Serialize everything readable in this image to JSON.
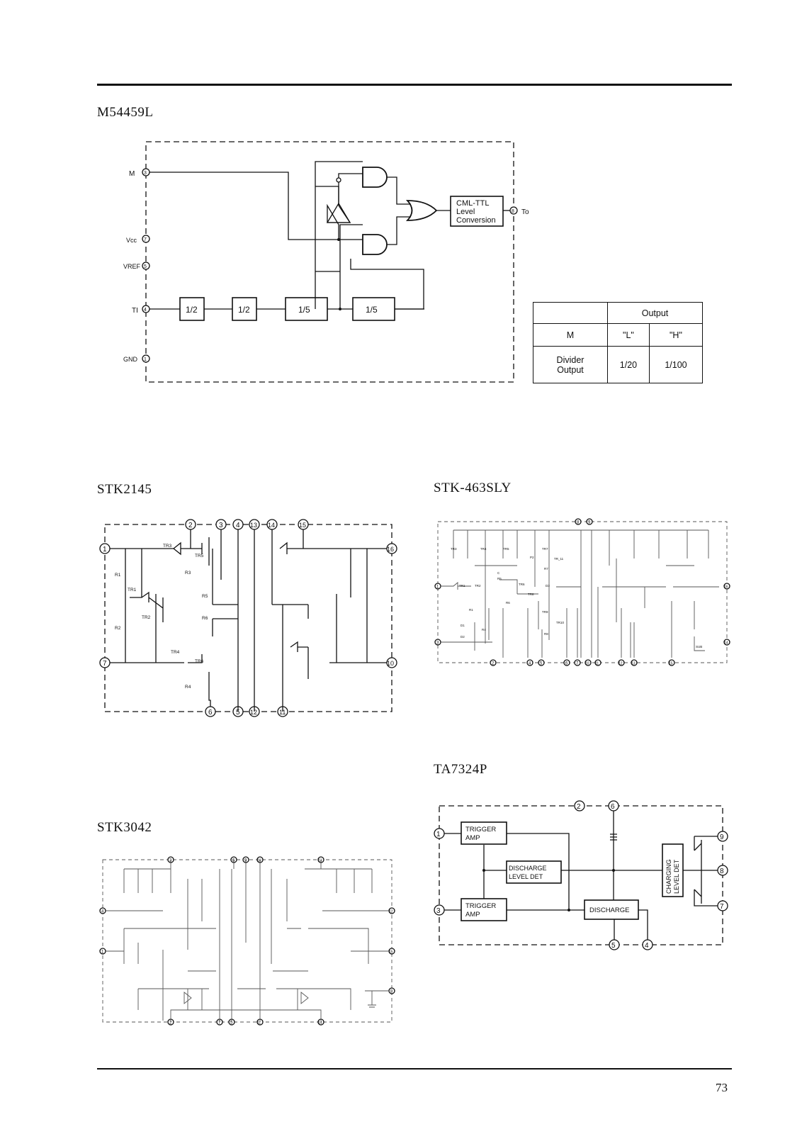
{
  "page": {
    "number": "73"
  },
  "sections": {
    "m54459l": {
      "title": "M54459L",
      "pins": {
        "m": "M",
        "m_num": "3",
        "vcc": "Vcc",
        "vcc_num": "7",
        "vref": "VREF",
        "vref_num": "5",
        "ti": "TI",
        "ti_num": "4",
        "gnd": "GND",
        "gnd_num": "1",
        "to": "To",
        "to_num": "8"
      },
      "dividers": [
        "1/2",
        "1/2",
        "1/5",
        "1/5"
      ],
      "conversion": [
        "CML-TTL",
        "Level",
        "Conversion"
      ],
      "output_table": {
        "header": "Output",
        "row1": {
          "label": "M",
          "l": "\"L\"",
          "h": "\"H\""
        },
        "row2": {
          "label_line1": "Divider",
          "label_line2": "Output",
          "l": "1/20",
          "h": "1/100"
        }
      }
    },
    "stk2145": {
      "title": "STK2145",
      "top_pins": [
        "2",
        "3",
        "4",
        "13",
        "14",
        "15"
      ],
      "bottom_pins": [
        "6",
        "5",
        "12",
        "11"
      ],
      "side_pins": {
        "left_top": "1",
        "left_bottom": "7",
        "right_top": "16",
        "right_bottom": "10"
      },
      "labels": {
        "tr3": "TR3",
        "tr5": "TR5",
        "r1": "R1",
        "r3": "R3",
        "r5": "R5",
        "tr1": "TR1",
        "tr2": "TR2",
        "r2": "R2",
        "r6": "R6",
        "tr4": "TR4",
        "tr6": "TR6",
        "r4": "R4"
      }
    },
    "stk463sly": {
      "title": "STK-463SLY",
      "top_pins": [
        "8",
        "9"
      ],
      "bottom_pins": [
        "2",
        "4",
        "5",
        "6",
        "7",
        "10",
        "11",
        "12",
        "13",
        "15"
      ],
      "side_pins": {
        "left_top": "1",
        "left_bottom": "3",
        "right_top": "16",
        "right_bottom": "14"
      },
      "labels": {
        "tr3": "TR3",
        "tr4": "TR4",
        "tr5": "TR5",
        "tr7": "TR7",
        "tr11": "TR_11",
        "tr1": "TR1",
        "tr2": "TR2",
        "tr6": "TR6",
        "tr8": "TR8",
        "tr9": "TR9",
        "tr10": "TR10",
        "p2": "P2",
        "r7": "R7",
        "c": "C",
        "r5": "R5",
        "r6": "R6",
        "r1": "R1",
        "r4": "R4",
        "r8": "R8",
        "d1": "D1",
        "d2": "D2",
        "d3": "D3",
        "sub": "SUB"
      }
    },
    "ta7324p": {
      "title": "TA7324P",
      "top_pins": [
        "2",
        "6"
      ],
      "bottom_pins": [
        "5",
        "4"
      ],
      "side_pins": {
        "left_top": "1",
        "left_bottom": "3",
        "right_top": "9",
        "right_mid": "8",
        "right_bottom": "7"
      },
      "blocks": {
        "trigger_amp_1": [
          "TRIGGER",
          "AMP"
        ],
        "discharge_level": [
          "DISCHARGE",
          "LEVEL DET"
        ],
        "trigger_amp_2": [
          "TRIGGER",
          "AMP"
        ],
        "discharge": "DISCHARGE",
        "charging_level": [
          "CHARGING",
          "LEVEL DET"
        ]
      }
    },
    "stk3042": {
      "title": "STK3042",
      "top_pins": [
        "3",
        "6",
        "9",
        "10",
        "13"
      ],
      "bottom_pins": [
        "2",
        "7",
        "5",
        "11",
        "14"
      ],
      "side_pins": {
        "left_top": "4",
        "left_bottom": "1",
        "right_top": "12",
        "right_mid": "15",
        "right_bottom": "8"
      }
    }
  }
}
